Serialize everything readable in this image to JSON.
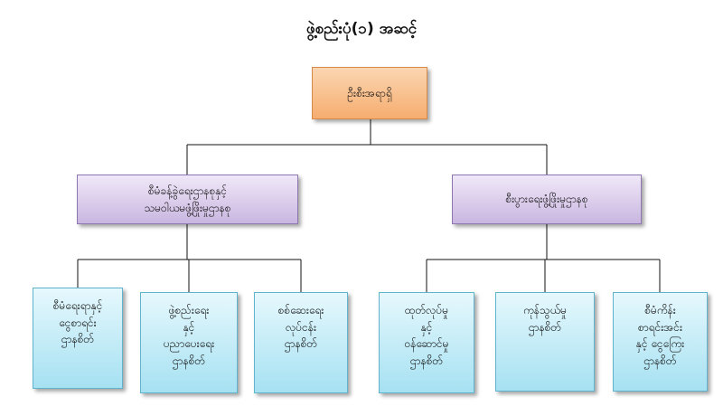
{
  "title": "ဖွဲ့စည်းပုံ(၁) အဆင့်",
  "root": {
    "label": "ဦးစီးအရာရှိ"
  },
  "branches": [
    {
      "label": "စီမံခန့်ခွဲရေးဌာနစုနှင့်\nသမဝါယမဖွံ့ဖြိုးမှုဌာနစု"
    },
    {
      "label": "စီးပွားရေးဖွံ့ဖြိုးမှုဌာနစု"
    }
  ],
  "leaves": [
    {
      "label": "စီမံရေးရာနှင့်\nငွေစာရင်း\nဌာနစိတ်"
    },
    {
      "label": "ဖွဲ့စည်းရေး\nနှင့်\nပညာပေးရေး\nဌာနစိတ်"
    },
    {
      "label": "စစ်ဆေးရေး\nလုပ်ငန်း\nဌာနစိတ်"
    },
    {
      "label": "ထုတ်လုပ်မှု\nနှင့်\nဝန်ဆောင်မှု\nဌာနစိတ်"
    },
    {
      "label": "ကုန်သွယ်မှု\nဌာနစိတ်"
    },
    {
      "label": "စီမံကိန်း\nစာရင်းအင်း\nနှင့် ငွေကြေး\nဌာနစိတ်"
    }
  ],
  "colors": {
    "root_fill": "#f6ad6f",
    "branch_fill": "#c9b6e0",
    "leaf_fill": "#a6e1f2",
    "connector": "#111111"
  }
}
